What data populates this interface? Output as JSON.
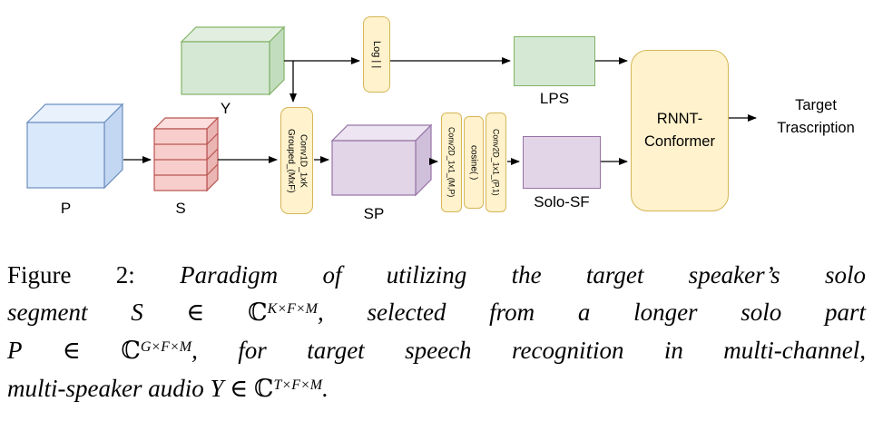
{
  "diagram": {
    "nodes": {
      "p": {
        "label": "P"
      },
      "s": {
        "label": "S"
      },
      "y": {
        "label": "Y"
      },
      "log": {
        "label": "Log | |"
      },
      "lps": {
        "label": "LPS"
      },
      "grouped_conv": {
        "line1": "Grouped_(MxF)",
        "line2": "Conv1D_1xK"
      },
      "sp": {
        "label": "SP"
      },
      "conv_mp": {
        "label": "Conv2D_1x1_(M,P)"
      },
      "cosine": {
        "label": "cosine( )"
      },
      "conv_p1": {
        "label": "Conv2D_1x1_(P,1)"
      },
      "solo_sf": {
        "label": "Solo-SF"
      },
      "rnnt": {
        "line1": "RNNT-",
        "line2": "Conformer"
      },
      "output": {
        "line1": "Target",
        "line2": "Trascription"
      }
    },
    "colors": {
      "blue_fill": "#dae8fc",
      "blue_stroke": "#6c8ebf",
      "green_fill": "#d5e8d4",
      "green_stroke": "#82b366",
      "red_fill": "#f8cecc",
      "red_stroke": "#b85450",
      "yellow_fill": "#fff2cc",
      "yellow_stroke": "#d6b656",
      "purple_fill": "#e1d5e7",
      "purple_stroke": "#9673a6",
      "arrow": "#000000"
    }
  },
  "caption": {
    "line1": {
      "prefix": "Figure 2:",
      "text": "Paradigm of utilizing the target speaker’s solo"
    },
    "line2": {
      "pre": "segment",
      "var": "S",
      "element_of": "∈",
      "set": "ℂ",
      "sup": "K×F×M",
      "post": ", selected from a longer solo part"
    },
    "line3": {
      "var": "P",
      "element_of": "∈",
      "set": "ℂ",
      "sup": "G×F×M",
      "post": ", for target speech recognition in multi-channel,"
    },
    "line4": {
      "pre": "multi-speaker audio",
      "var": "Y",
      "element_of": "∈",
      "set": "ℂ",
      "sup": "T×F×M",
      "post": "."
    }
  }
}
